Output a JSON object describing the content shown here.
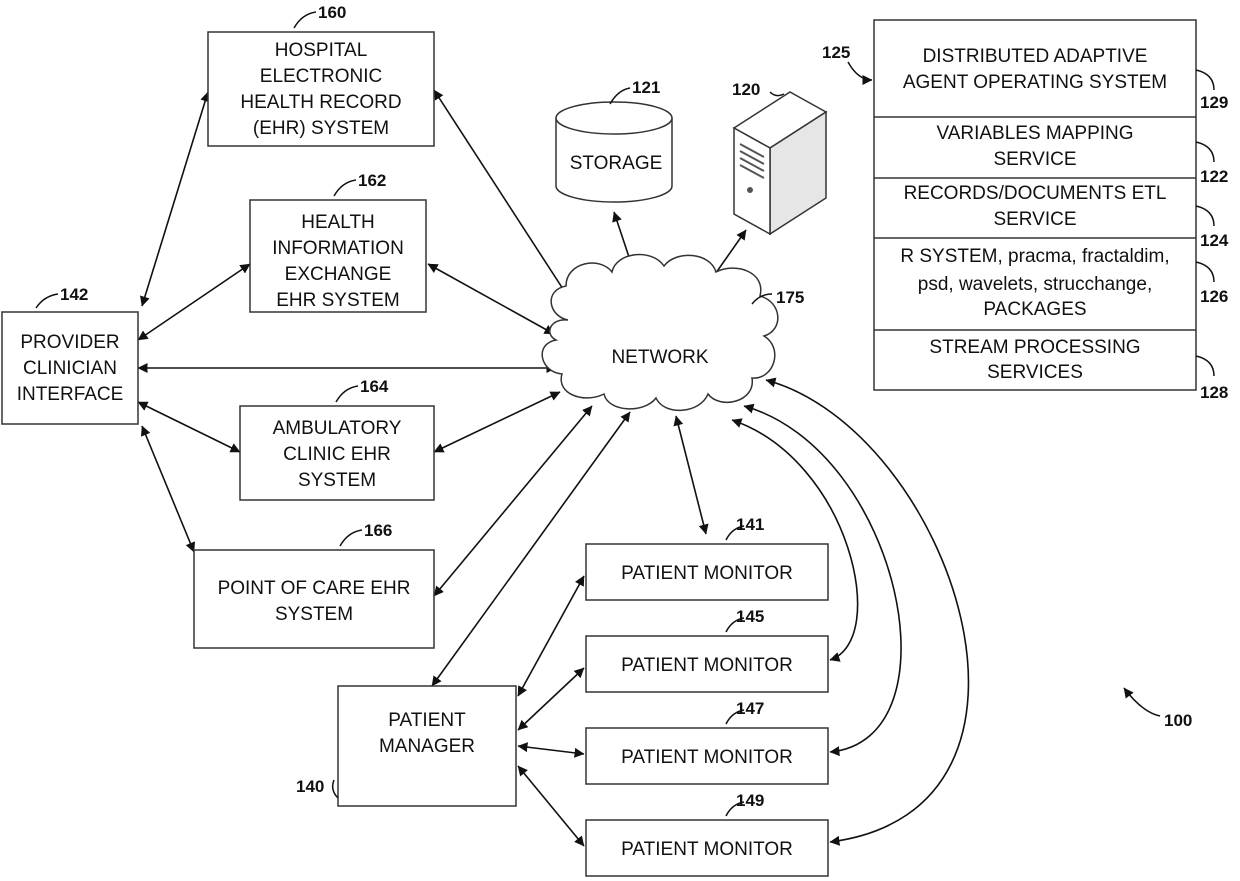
{
  "nodes": {
    "provider": {
      "lines": [
        "PROVIDER",
        "CLINICIAN",
        "INTERFACE"
      ],
      "ref": "142"
    },
    "hospital_ehr": {
      "lines": [
        "HOSPITAL",
        "ELECTRONIC",
        "HEALTH RECORD",
        "(EHR) SYSTEM"
      ],
      "ref": "160"
    },
    "hie_ehr": {
      "lines": [
        "HEALTH",
        "INFORMATION",
        "EXCHANGE",
        "EHR SYSTEM"
      ],
      "ref": "162"
    },
    "ambulatory_ehr": {
      "lines": [
        "AMBULATORY",
        "CLINIC EHR",
        "SYSTEM"
      ],
      "ref": "164"
    },
    "poc_ehr": {
      "lines": [
        "POINT OF CARE EHR",
        "SYSTEM"
      ],
      "ref": "166"
    },
    "storage": {
      "label": "STORAGE",
      "ref": "121"
    },
    "server": {
      "ref": "120"
    },
    "network": {
      "label": "NETWORK",
      "ref": "175"
    },
    "patient_manager": {
      "lines": [
        "PATIENT",
        "MANAGER"
      ],
      "ref": "140"
    },
    "monitors": [
      {
        "label": "PATIENT MONITOR",
        "ref": "141"
      },
      {
        "label": "PATIENT MONITOR",
        "ref": "145"
      },
      {
        "label": "PATIENT MONITOR",
        "ref": "147"
      },
      {
        "label": "PATIENT MONITOR",
        "ref": "149"
      }
    ]
  },
  "stack": {
    "ref": "125",
    "layers": [
      {
        "lines": [
          "DISTRIBUTED ADAPTIVE",
          "AGENT OPERATING SYSTEM"
        ],
        "ref": "129"
      },
      {
        "lines": [
          "VARIABLES MAPPING",
          "SERVICE"
        ],
        "ref": "122"
      },
      {
        "lines": [
          "RECORDS/DOCUMENTS ETL",
          "SERVICE"
        ],
        "ref": "124"
      },
      {
        "lines": [
          "R SYSTEM, pracma, fractaldim,",
          "psd, wavelets, strucchange,",
          "PACKAGES"
        ],
        "ref": "126"
      },
      {
        "lines": [
          "STREAM PROCESSING",
          "SERVICES"
        ],
        "ref": "128"
      }
    ]
  },
  "figure_ref": "100"
}
